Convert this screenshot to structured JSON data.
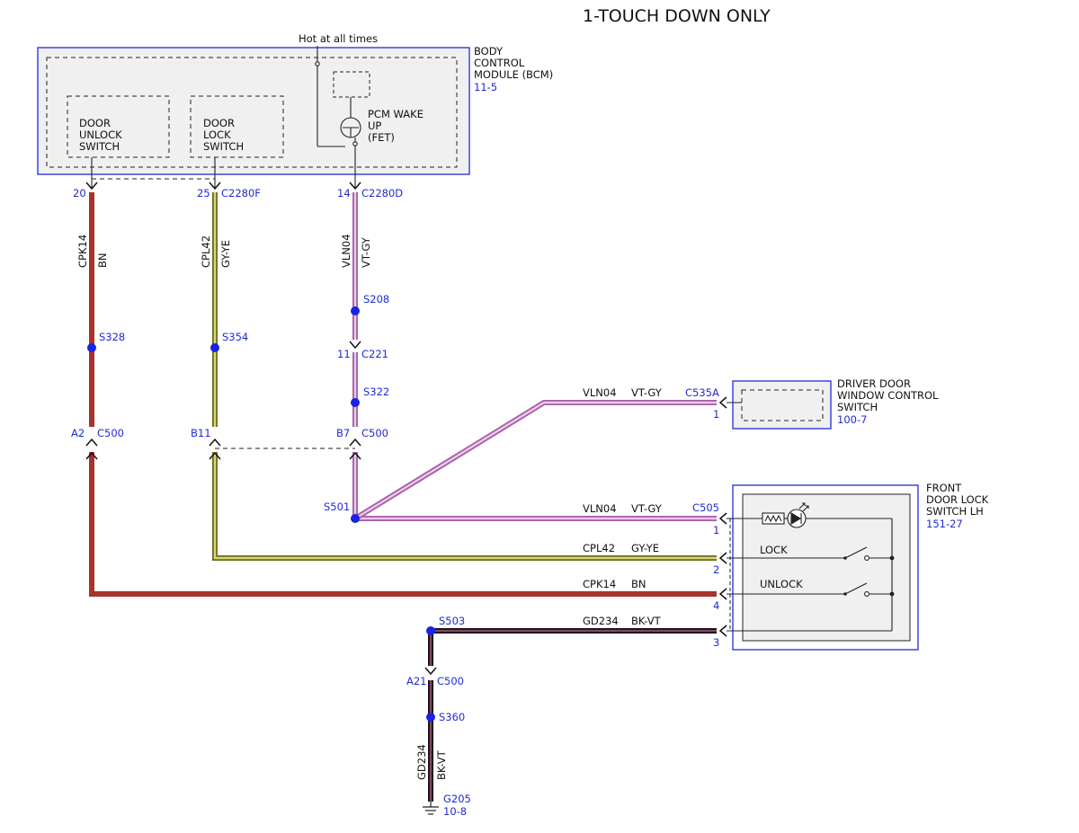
{
  "title": "1-TOUCH DOWN ONLY",
  "colors": {
    "brown": "#a8322e",
    "gray_yellow": "#bdbc5a",
    "violet_gray": "#d48fd4",
    "black_violet": "#3a1f2c",
    "ref_blue": "#1f2bd6",
    "module_border": "#1f2bd6",
    "module_fill": "#f0f0f0"
  },
  "bcm": {
    "name": "BODY\nCONTROL\nMODULE (BCM)",
    "ref": "11-5",
    "hot_label": "Hot at all times",
    "unlock_switch": "DOOR\nUNLOCK\nSWITCH",
    "lock_switch": "DOOR\nLOCK\nSWITCH",
    "pcm_wake": "PCM WAKE\nUP\n(FET)"
  },
  "driver_switch": {
    "name": "DRIVER DOOR\nWINDOW CONTROL\nSWITCH",
    "ref": "100-7",
    "connector": "C535A",
    "pin": "1"
  },
  "front_switch": {
    "name": "FRONT\nDOOR LOCK\nSWITCH LH",
    "ref": "151-27",
    "connector": "C505",
    "lock_label": "LOCK",
    "unlock_label": "UNLOCK",
    "pins": [
      "1",
      "2",
      "4",
      "3"
    ]
  },
  "circuits": {
    "cpk14": {
      "id": "CPK14",
      "color": "BN"
    },
    "cpl42": {
      "id": "CPL42",
      "color": "GY-YE"
    },
    "vln04": {
      "id": "VLN04",
      "color": "VT-GY"
    },
    "gd234": {
      "id": "GD234",
      "color": "BK-VT"
    }
  },
  "pins": {
    "p20": "20",
    "p25": "25",
    "c2280f": "C2280F",
    "p14": "14",
    "c2280d": "C2280D",
    "p11": "11",
    "c221": "C221",
    "a2": "A2",
    "b11": "B11",
    "b7": "B7",
    "c500": "C500",
    "a21": "A21"
  },
  "splices": {
    "s208": "S208",
    "s328": "S328",
    "s354": "S354",
    "s322": "S322",
    "s501": "S501",
    "s503": "S503",
    "s360": "S360"
  },
  "ground": {
    "id": "G205",
    "ref": "10-8"
  }
}
